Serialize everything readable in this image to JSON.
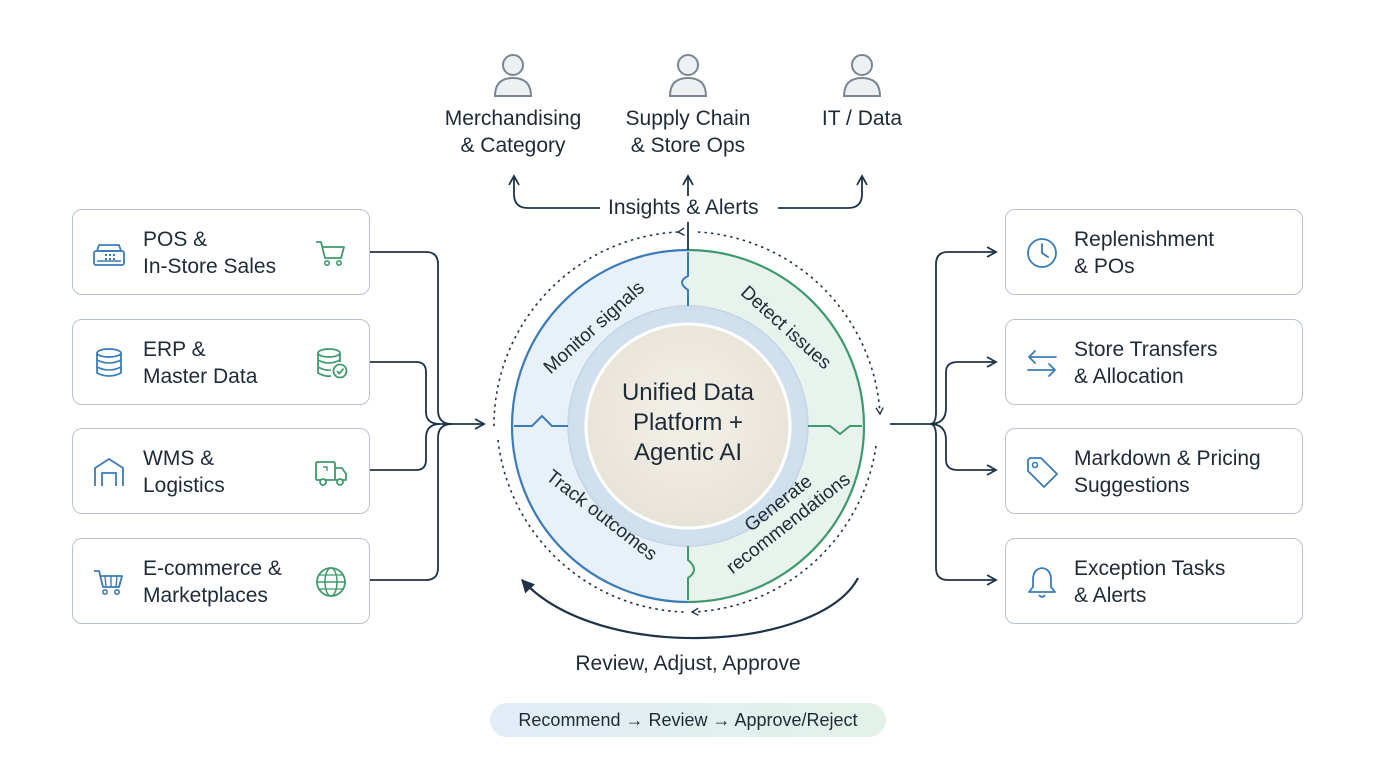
{
  "personas": [
    {
      "line1": "Merchandising",
      "line2": "& Category"
    },
    {
      "line1": "Supply Chain",
      "line2": "& Store Ops"
    },
    {
      "line1": "IT / Data",
      "line2": ""
    }
  ],
  "insights_label": "Insights & Alerts",
  "sources": [
    {
      "line1": "POS &",
      "line2": "In-Store Sales",
      "icon_left": "register-icon",
      "icon_right": "cart-icon"
    },
    {
      "line1": "ERP &",
      "line2": "Master Data",
      "icon_left": "database-icon",
      "icon_right": "database-check-icon"
    },
    {
      "line1": "WMS &",
      "line2": "Logistics",
      "icon_left": "warehouse-icon",
      "icon_right": "truck-icon"
    },
    {
      "line1": "E-commerce &",
      "line2": "Marketplaces",
      "icon_left": "cart-icon",
      "icon_right": "globe-icon"
    }
  ],
  "outputs": [
    {
      "line1": "Replenishment",
      "line2": "& POs",
      "icon": "clock-icon"
    },
    {
      "line1": "Store Transfers",
      "line2": "& Allocation",
      "icon": "arrows-transfer-icon"
    },
    {
      "line1": "Markdown & Pricing",
      "line2": "Suggestions",
      "icon": "tag-icon"
    },
    {
      "line1": "Exception Tasks",
      "line2": "& Alerts",
      "icon": "bell-icon"
    }
  ],
  "hub": {
    "line1": "Unified Data",
    "line2": "Platform +",
    "line3": "Agentic AI"
  },
  "loop_steps": {
    "monitor": "Monitor signals",
    "detect": "Detect issues",
    "generate_1": "Generate",
    "generate_2": "recommendations",
    "track": "Track outcomes"
  },
  "review_label": "Review, Adjust, Approve",
  "flow_pill": "Recommend → Review → Approve/Reject",
  "colors": {
    "blue": "#3a7bb8",
    "green": "#3e9a6c",
    "navy": "#1f3347",
    "border": "#b9c3cd",
    "text": "#1f2a37"
  }
}
